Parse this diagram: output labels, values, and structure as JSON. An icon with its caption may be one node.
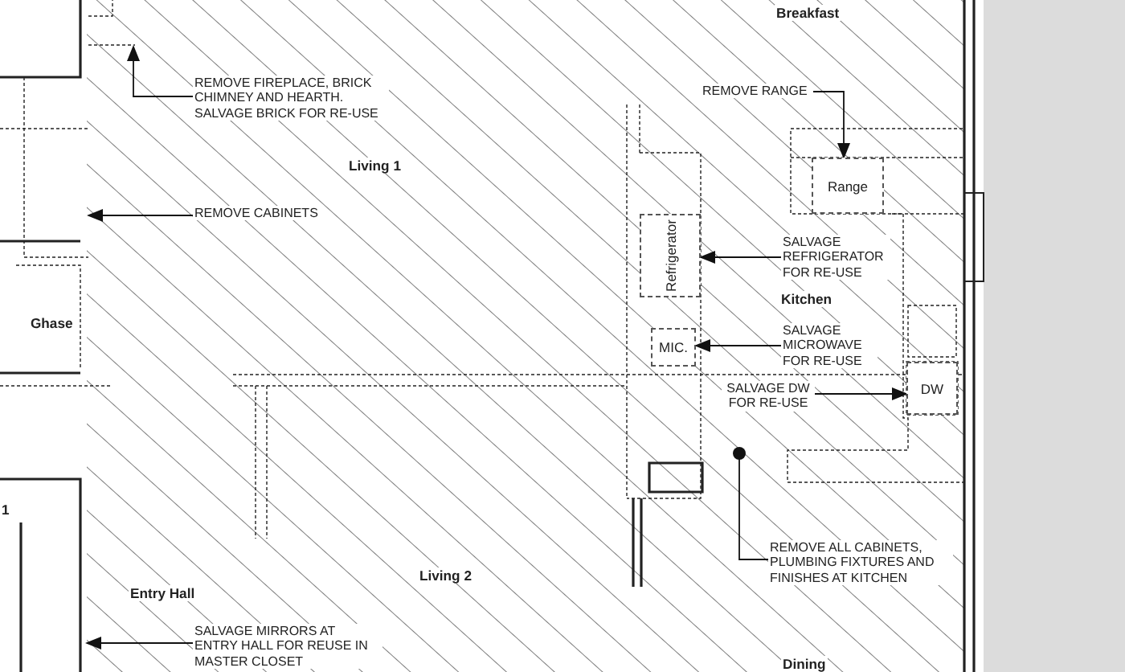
{
  "diagram": {
    "nodes": [
      {
        "text": [
          "REMOVE FIREPLACE, BRICK CHIMNEY AND HEARTH. SALVAGE BRICK FOR RE-USE"
        ]
      },
      {
        "text": [
          "REMOVE CABINETS"
        ]
      },
      {
        "text": [
          "REMOVE RANGE"
        ]
      },
      {
        "text": [
          "Range"
        ]
      },
      {
        "text": [
          "SALVAGE REFRIGERATOR FOR RE-USE"
        ]
      },
      {
        "text": [
          "Refrigerator"
        ]
      },
      {
        "text": [
          "SALVAGE MICROWAVE FOR RE-USE"
        ]
      },
      {
        "text": [
          "MIC."
        ]
      },
      {
        "text": [
          "SALVAGE DW FOR RE-USE"
        ]
      },
      {
        "text": [
          "DW"
        ]
      },
      {
        "text": [
          "REMOVE ALL CABINETS, PLUMBING FIXTURES AND FINISHES AT KITCHEN"
        ]
      },
      {
        "text": [
          "SALVAGE MIRRORS AT ENTRY HALL FOR REUSE IN MASTER CLOSET"
        ]
      }
    ],
    "edges": [
      {
        "from": 0,
        "to": null,
        "arrow": "to"
      },
      {
        "from": 1,
        "to": null,
        "arrow": "to"
      },
      {
        "from": 2,
        "to": 3,
        "arrow": "to"
      },
      {
        "from": 4,
        "to": 5,
        "arrow": "to"
      },
      {
        "from": 6,
        "to": 7,
        "arrow": "to"
      },
      {
        "from": 8,
        "to": 9,
        "arrow": "to"
      },
      {
        "from": 10,
        "to": null,
        "arrow": "other"
      },
      {
        "from": 11,
        "to": null,
        "arrow": "to"
      }
    ],
    "labels": [
      "Breakfast",
      "Living 1",
      "Ghase",
      "Kitchen",
      "1",
      "Living 2",
      "Entry Hall",
      "Dining"
    ]
  }
}
